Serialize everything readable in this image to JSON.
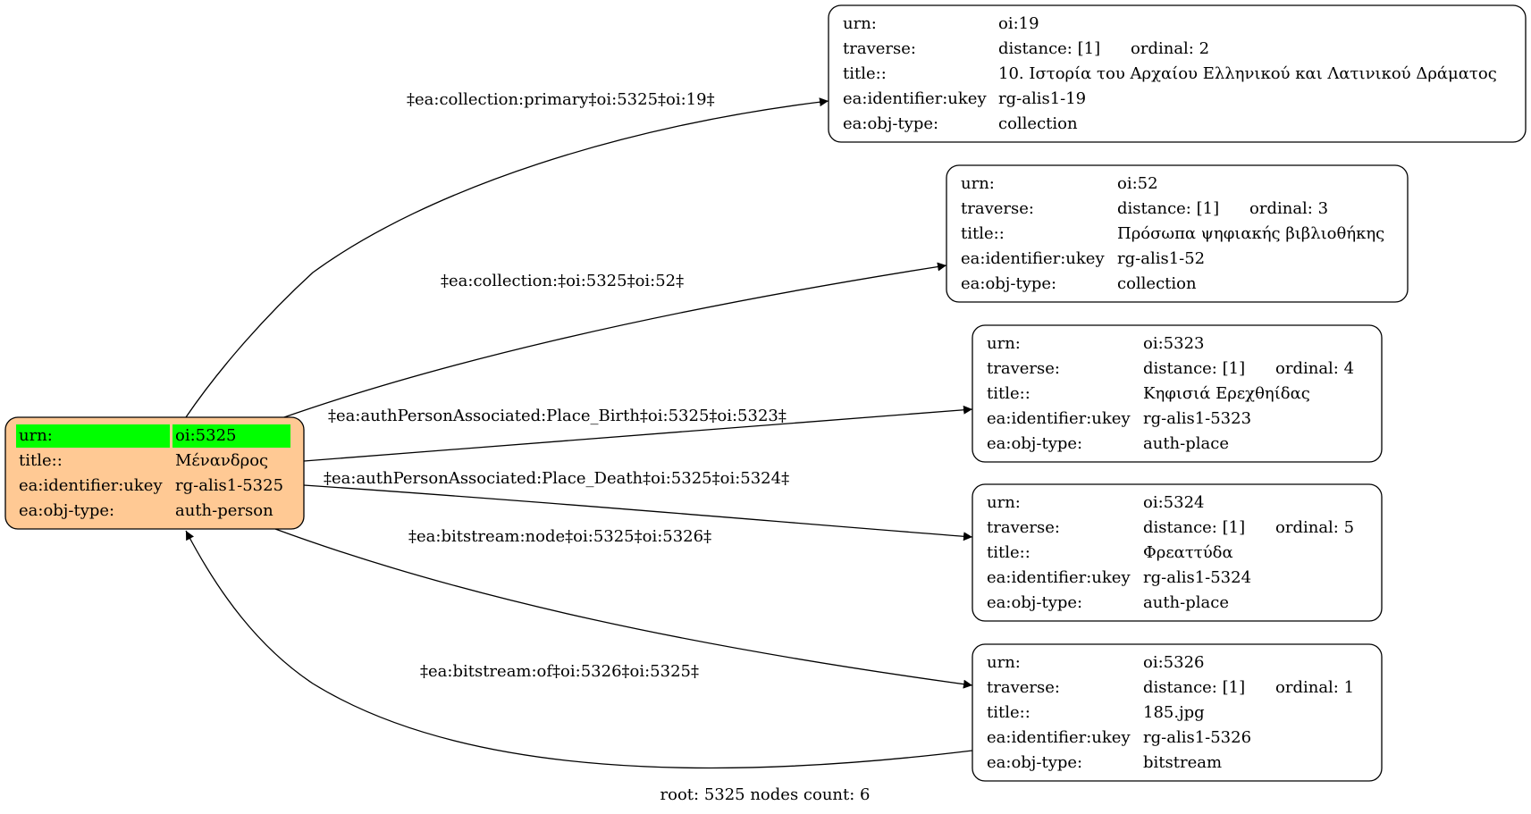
{
  "root": {
    "rows": [
      {
        "key": "urn:",
        "value": "oi:5325"
      },
      {
        "key": "title::",
        "value": "Μένανδρος"
      },
      {
        "key": "ea:identifier:ukey",
        "value": "rg-alis1-5325"
      },
      {
        "key": "ea:obj-type:",
        "value": "auth-person"
      }
    ],
    "fill_color": "#ffc994",
    "highlight_color": "#00ff00"
  },
  "nodes": [
    {
      "id": "oi-19",
      "urn_key": "urn:",
      "urn": "oi:19",
      "traverse_key": "traverse:",
      "distance": "distance: [1]",
      "ordinal": "ordinal: 2",
      "title_key": "title::",
      "title": "10. Ιστορία του Αρχαίου Ελληνικού και Λατινικού Δράματος",
      "ukey_key": "ea:identifier:ukey",
      "ukey": "rg-alis1-19",
      "type_key": "ea:obj-type:",
      "type": "collection"
    },
    {
      "id": "oi-52",
      "urn_key": "urn:",
      "urn": "oi:52",
      "traverse_key": "traverse:",
      "distance": "distance: [1]",
      "ordinal": "ordinal: 3",
      "title_key": "title::",
      "title": "Πρόσωπα ψηφιακής βιβλιοθήκης",
      "ukey_key": "ea:identifier:ukey",
      "ukey": "rg-alis1-52",
      "type_key": "ea:obj-type:",
      "type": "collection"
    },
    {
      "id": "oi-5323",
      "urn_key": "urn:",
      "urn": "oi:5323",
      "traverse_key": "traverse:",
      "distance": "distance: [1]",
      "ordinal": "ordinal: 4",
      "title_key": "title::",
      "title": "Κηφισιά Ερεχθηίδας",
      "ukey_key": "ea:identifier:ukey",
      "ukey": "rg-alis1-5323",
      "type_key": "ea:obj-type:",
      "type": "auth-place"
    },
    {
      "id": "oi-5324",
      "urn_key": "urn:",
      "urn": "oi:5324",
      "traverse_key": "traverse:",
      "distance": "distance: [1]",
      "ordinal": "ordinal: 5",
      "title_key": "title::",
      "title": "Φρεαττύδα",
      "ukey_key": "ea:identifier:ukey",
      "ukey": "rg-alis1-5324",
      "type_key": "ea:obj-type:",
      "type": "auth-place"
    },
    {
      "id": "oi-5326",
      "urn_key": "urn:",
      "urn": "oi:5326",
      "traverse_key": "traverse:",
      "distance": "distance: [1]",
      "ordinal": "ordinal: 1",
      "title_key": "title::",
      "title": "185.jpg",
      "ukey_key": "ea:identifier:ukey",
      "ukey": "rg-alis1-5326",
      "type_key": "ea:obj-type:",
      "type": "bitstream"
    }
  ],
  "edges": [
    {
      "label": "‡ea:collection:primary‡oi:5325‡oi:19‡",
      "from": "oi:5325",
      "to": "oi:19"
    },
    {
      "label": "‡ea:collection:‡oi:5325‡oi:52‡",
      "from": "oi:5325",
      "to": "oi:52"
    },
    {
      "label": "‡ea:authPersonAssociated:Place_Birth‡oi:5325‡oi:5323‡",
      "from": "oi:5325",
      "to": "oi:5323"
    },
    {
      "label": "‡ea:authPersonAssociated:Place_Death‡oi:5325‡oi:5324‡",
      "from": "oi:5325",
      "to": "oi:5324"
    },
    {
      "label": "‡ea:bitstream:node‡oi:5325‡oi:5326‡",
      "from": "oi:5325",
      "to": "oi:5326"
    },
    {
      "label": "‡ea:bitstream:of‡oi:5326‡oi:5325‡",
      "from": "oi:5326",
      "to": "oi:5325"
    }
  ],
  "footer": "root: 5325 nodes count: 6"
}
